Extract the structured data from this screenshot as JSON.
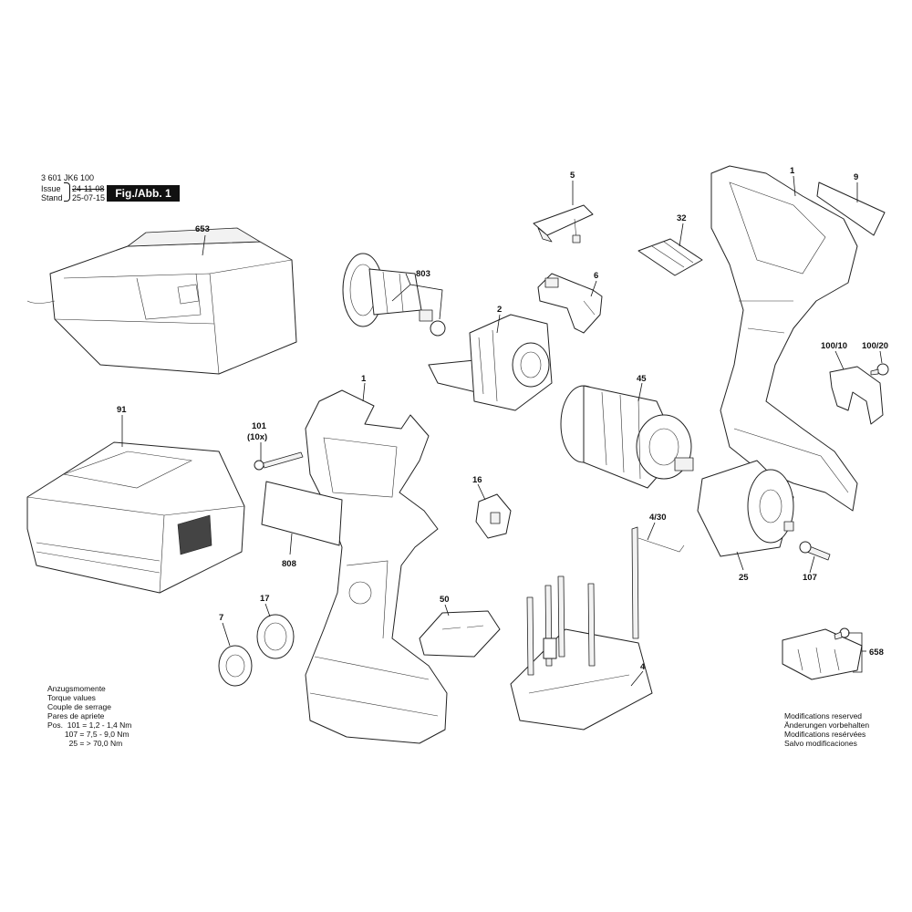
{
  "header": {
    "doc_number": "3 601 JK6 100",
    "issue_label": "Issue",
    "stand_label": "Stand",
    "old_date": "24-11-08",
    "new_date": "25-07-15",
    "fig_label": "Fig./Abb. 1"
  },
  "torque_notes": {
    "line1": "Anzugsmomente",
    "line2": "Torque values",
    "line3": "Couple de serrage",
    "line4": "Pares de apriete",
    "line5": "Pos.  101 = 1,2 - 1,4 Nm",
    "line6": "        107 = 7,5 - 9,0 Nm",
    "line7": "          25 = > 70,0 Nm"
  },
  "modifications": {
    "line1": "Modifications reserved",
    "line2": "Änderungen vorbehalten",
    "line3": "Modifications resérvées",
    "line4": "Salvo modificaciones"
  },
  "callouts": [
    {
      "id": "653",
      "text": "653"
    },
    {
      "id": "91",
      "text": "91"
    },
    {
      "id": "803",
      "text": "803"
    },
    {
      "id": "5",
      "text": "5"
    },
    {
      "id": "32",
      "text": "32"
    },
    {
      "id": "6",
      "text": "6"
    },
    {
      "id": "2",
      "text": "2"
    },
    {
      "id": "1-left",
      "text": "1"
    },
    {
      "id": "1-right",
      "text": "1"
    },
    {
      "id": "9",
      "text": "9"
    },
    {
      "id": "100-10",
      "text": "100/10"
    },
    {
      "id": "100-20",
      "text": "100/20"
    },
    {
      "id": "101",
      "text": "101"
    },
    {
      "id": "101-qty",
      "text": "(10x)"
    },
    {
      "id": "16",
      "text": "16"
    },
    {
      "id": "45",
      "text": "45"
    },
    {
      "id": "808",
      "text": "808"
    },
    {
      "id": "4-30",
      "text": "4/30"
    },
    {
      "id": "25",
      "text": "25"
    },
    {
      "id": "107",
      "text": "107"
    },
    {
      "id": "17",
      "text": "17"
    },
    {
      "id": "7",
      "text": "7"
    },
    {
      "id": "50",
      "text": "50"
    },
    {
      "id": "4",
      "text": "4"
    },
    {
      "id": "658",
      "text": "658"
    }
  ]
}
